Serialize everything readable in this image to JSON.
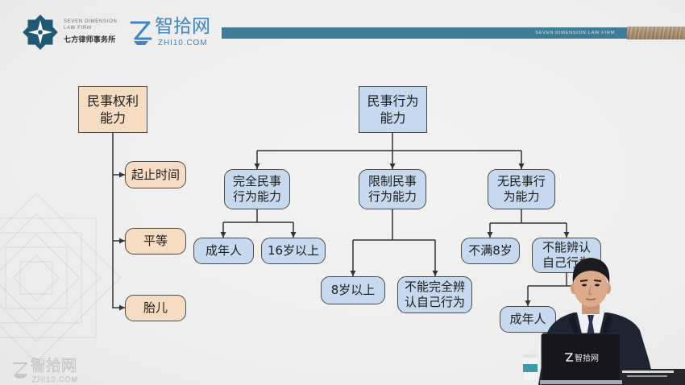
{
  "header": {
    "firm_logo": {
      "icon": "seven-dimension-emblem-icon",
      "name_en_line1": "SEVEN DIMENSION",
      "name_en_line2": "LAW FIRM",
      "name_cn": "七方律师事务所"
    },
    "platform_logo": {
      "icon": "zhi10-logo-icon",
      "name": "智拾网",
      "domain": "ZHI10.COM"
    },
    "banner_text": "SEVEN DIMENSION LAW FIRM"
  },
  "diagram": {
    "left_tree": {
      "root": {
        "lines": [
          "民事权利",
          "能力"
        ]
      },
      "children": [
        {
          "label": "起止时间"
        },
        {
          "label": "平等"
        },
        {
          "label": "胎儿"
        }
      ]
    },
    "right_tree": {
      "root": {
        "lines": [
          "民事行为",
          "能力"
        ]
      },
      "children": [
        {
          "lines": [
            "完全民事",
            "行为能力"
          ],
          "children": [
            {
              "lines": [
                "成年人"
              ]
            },
            {
              "lines": [
                "16岁以上"
              ]
            }
          ]
        },
        {
          "lines": [
            "限制民事",
            "行为能力"
          ],
          "children": [
            {
              "lines": [
                "8岁以上"
              ]
            },
            {
              "lines": [
                "不能完全辨",
                "认自己行为"
              ]
            }
          ]
        },
        {
          "lines": [
            "无民事行",
            "为能力"
          ],
          "children": [
            {
              "lines": [
                "不满8岁"
              ]
            },
            {
              "lines": [
                "不能辨认",
                "自己行为"
              ],
              "children": [
                {
                  "lines": [
                    "成年人"
                  ]
                }
              ]
            }
          ]
        }
      ]
    }
  },
  "presenter_overlay": {
    "laptop_logo_icon": "zhi10-logo-icon",
    "laptop_logo_text": "智拾网"
  },
  "watermark": {
    "icon": "zhi10-logo-icon",
    "name": "智拾网",
    "domain": "ZHI10.COM"
  },
  "colors": {
    "background": "#eeeeee",
    "banner_teal": "#3f7c95",
    "brand_blue": "#3a86c8",
    "firm_emblem": "#1f5a72",
    "capacity_node_fill": "#c6d9ee",
    "rights_node_fill": "#f6dcc3",
    "node_border": "#4a4a4a",
    "text": "#1c1c1c"
  }
}
